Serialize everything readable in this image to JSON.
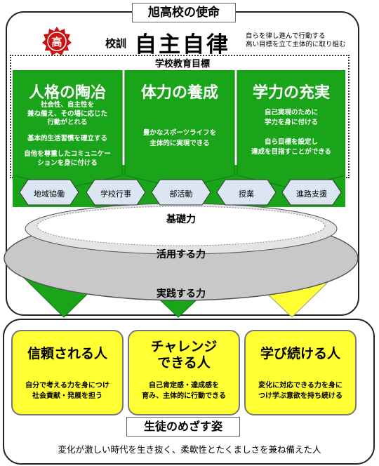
{
  "mission": {
    "title": "旭高校の使命"
  },
  "seal": {
    "glyph": "高",
    "color": "#cc1111"
  },
  "motto": {
    "label": "校訓",
    "text": "自主自律",
    "desc_line1": "自らを律し進んで行動する",
    "desc_line2": "高い目標を立て主体的に取り組む"
  },
  "goals": {
    "title": "学校教育目標",
    "columns": [
      {
        "head": "人格の陶冶",
        "lines": [
          "社会性、自主性を",
          "兼ね備え、その場に応じた",
          "行動がとれる",
          "",
          "基本的生活習慣を確立する",
          "",
          "自他を尊重したコミュニケー",
          "ションを身に付ける"
        ]
      },
      {
        "head": "体力の養成",
        "lines": [
          "豊かなスポーツライフを",
          "主体的に実現できる"
        ]
      },
      {
        "head": "学力の充実",
        "lines": [
          "自己実現のために",
          "学力を身に付ける",
          "",
          "自ら目標を設定し",
          "達成を目指すことができる"
        ]
      }
    ]
  },
  "activities": [
    "地域協働",
    "学校行事",
    "部活動",
    "授業",
    "進路支援"
  ],
  "layers": {
    "foundation": "基礎力",
    "applied": "活用する力",
    "practice": "実践する力"
  },
  "ideals": [
    {
      "head_line1": "信頼される人",
      "head_line2": "",
      "lines": [
        "自分で考える力を身につけ",
        "社会貢献・発展を担う"
      ]
    },
    {
      "head_line1": "チャレンジ",
      "head_line2": "できる人",
      "lines": [
        "自己肯定感・達成感を",
        "育み、主体的に行動できる"
      ]
    },
    {
      "head_line1": "学び続ける人",
      "head_line2": "",
      "lines": [
        "変化に対応できる力を身に",
        "つけ学ぶ意欲を持ち続ける"
      ]
    }
  ],
  "aim": {
    "title": "生徒のめざす姿",
    "summary": "変化が激しい時代を生き抜く、柔軟性とたくましさを兼ね備えた人"
  },
  "colors": {
    "green": "#1aa41a",
    "yellow": "#ffff33",
    "grey_ring": "#c8c8c8",
    "hex_fill": "#dce6f2"
  }
}
